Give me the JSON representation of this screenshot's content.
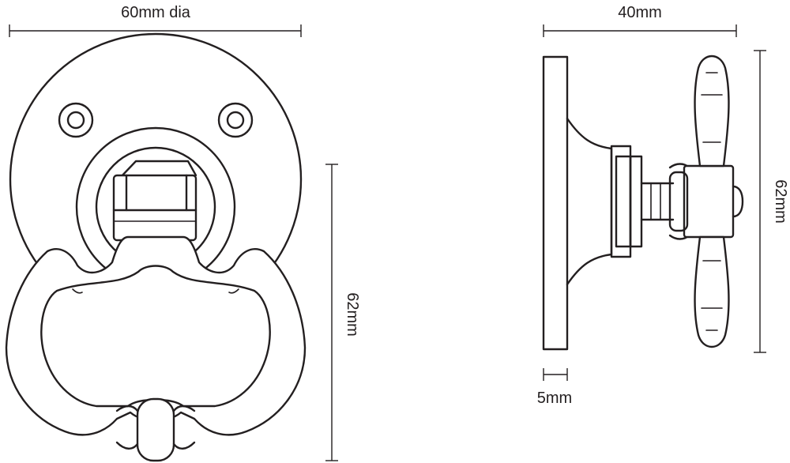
{
  "dimensions": {
    "front_width": "60mm dia",
    "front_height": "62mm",
    "side_depth": "40mm",
    "side_height": "62mm",
    "plate_thickness": "5mm"
  },
  "colors": {
    "stroke": "#231f20",
    "background": "#ffffff"
  }
}
